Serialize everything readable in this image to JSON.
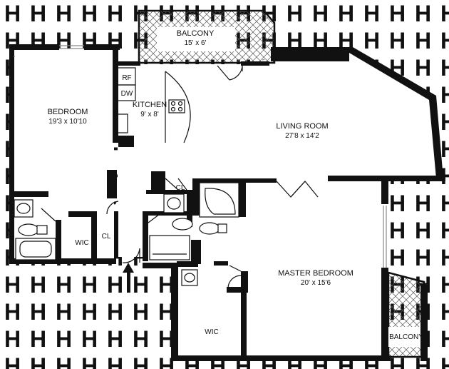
{
  "rooms": {
    "balcony_top": {
      "name": "BALCONY",
      "size": "15' x 6'"
    },
    "bedroom": {
      "name": "BEDROOM",
      "size": "19'3 x 10'10"
    },
    "kitchen": {
      "name": "KITCHEN",
      "size": "9' x 8'"
    },
    "living_room": {
      "name": "LIVING ROOM",
      "size": "27'8 x 14'2"
    },
    "master_bedroom": {
      "name": "MASTER BEDROOM",
      "size": "20' x 15'6"
    },
    "balcony_right": {
      "name": "BALCONY"
    }
  },
  "appliances": {
    "refrigerator": "RF",
    "dishwasher": "DW"
  },
  "closets": {
    "hall_closet": "CL",
    "bedroom_closet": "CL"
  },
  "walk_in_closets": {
    "bedroom_wic": "WIC",
    "master_wic": "WIC"
  },
  "colors": {
    "wall": "#111111",
    "watermark": "#d9d9d9",
    "background": "#ffffff"
  },
  "watermark_letter": "H"
}
